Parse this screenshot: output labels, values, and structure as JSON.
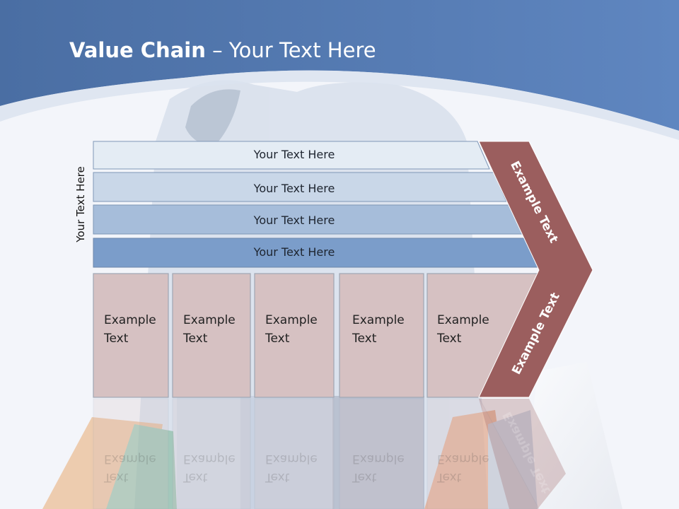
{
  "slide": {
    "title_bold": "Value Chain",
    "title_rest": " – Your Text Here",
    "side_label": "Your Text Here"
  },
  "bands": [
    {
      "label": "Your Text Here",
      "color": "#e4ecf4"
    },
    {
      "label": "Your Text Here",
      "color": "#c9d7e8"
    },
    {
      "label": "Your Text Here",
      "color": "#a6bdda"
    },
    {
      "label": "Your Text Here",
      "color": "#7b9dca"
    }
  ],
  "columns": [
    {
      "line1": "Example",
      "line2": "Text"
    },
    {
      "line1": "Example",
      "line2": "Text"
    },
    {
      "line1": "Example",
      "line2": "Text"
    },
    {
      "line1": "Example",
      "line2": "Text"
    },
    {
      "line1": "Example",
      "line2": "Text"
    }
  ],
  "chevron": {
    "top_label": "Example Text",
    "bottom_label": "Example Text",
    "color": "#9b5e5e"
  },
  "colors": {
    "header_blue": "#4f73a8",
    "column_fill": "#d6c1c2",
    "column_border": "#9fa7b3"
  }
}
